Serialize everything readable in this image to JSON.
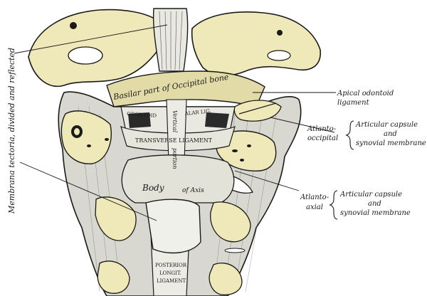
{
  "palette": {
    "bone": "#efe8b8",
    "bone_shadow": "#d9cf95",
    "ink": "#1a1a1a",
    "ligament": "#e9e9e2",
    "paper": "#ffffff"
  },
  "labels": {
    "membrana_tectoria": "Membrana tectoria, divided and reflected",
    "basilar_part": "Basilar part of Occipital bone",
    "odontoid": "ODONTOID",
    "alar_lig": "ALAR LIG.",
    "transverse_ligament": "TRANSVERSE LIGAMENT",
    "vertical_upper": "Vertical",
    "vertical_lower": "portion",
    "body_of_axis_1": "Body",
    "body_of_axis_2": "of Axis",
    "posterior_ligament_1": "POSTERIOR",
    "posterior_ligament_2": "LONGIT.",
    "posterior_ligament_3": "LIGAMENT",
    "apical_1": "Apical odontoid",
    "apical_2": "ligament",
    "atlanto_occipital_1": "Atlanto-",
    "atlanto_occipital_2": "occipital",
    "articular_capsule_1a": "Articular capsule",
    "articular_capsule_1b": "and",
    "articular_capsule_1c": "synovial membrane",
    "atlanto_axial_1": "Atlanto-",
    "atlanto_axial_2": "axial",
    "articular_capsule_2a": "Articular capsule",
    "articular_capsule_2b": "and",
    "articular_capsule_2c": "synovial membrane"
  }
}
